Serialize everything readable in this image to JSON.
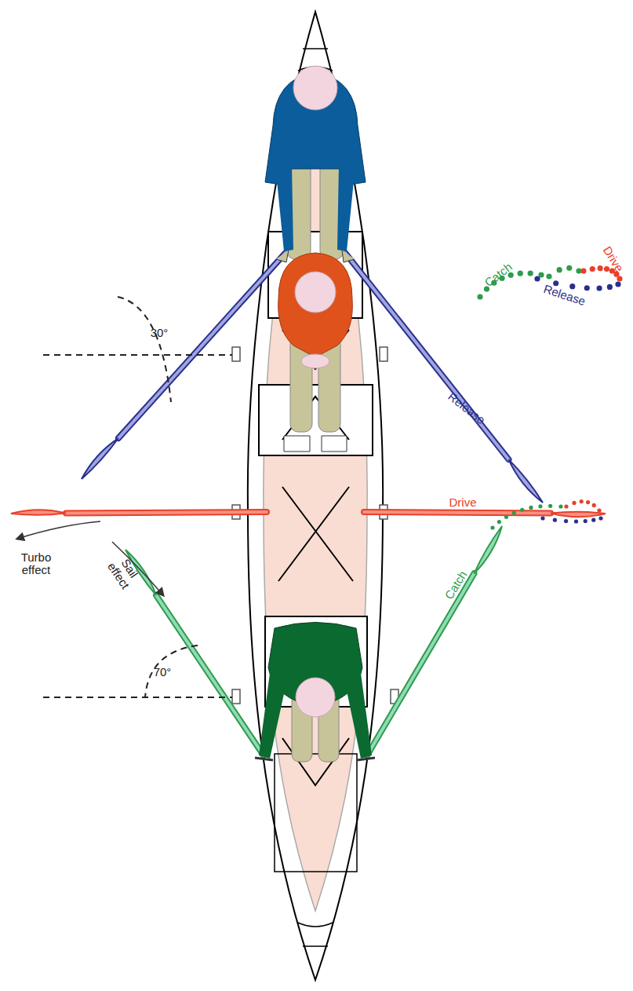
{
  "diagram": {
    "labels": [
      "Catch",
      "Drive",
      "Release",
      "30°",
      "Release",
      "Drive",
      "Turbo effect",
      "Sail effect",
      "70°",
      "Catch"
    ]
  }
}
